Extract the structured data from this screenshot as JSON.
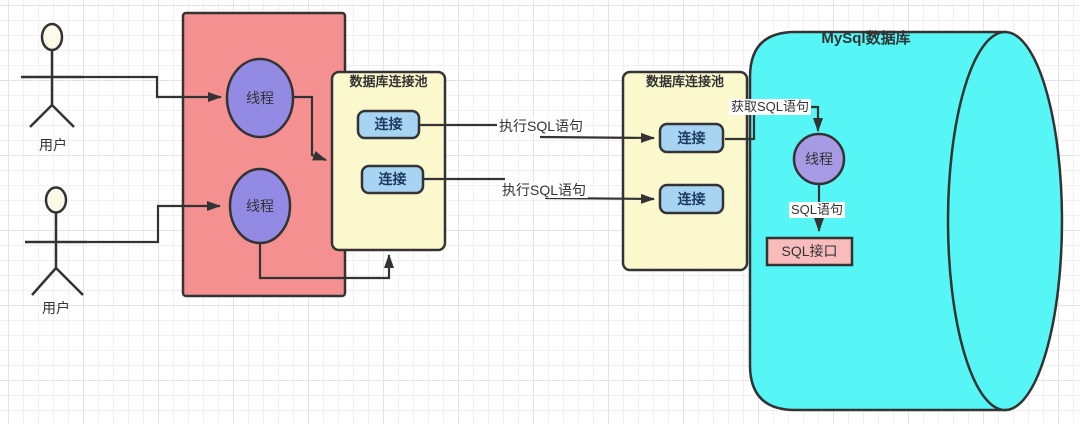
{
  "colors": {
    "stroke": "#333333",
    "red_box": "#f59090",
    "yellow_pool": "#fbf8cd",
    "blue_button": "#a8d4f4",
    "purple_ellipse": "#938ae4",
    "purple_circle": "#a89be6",
    "cyan_db": "#57f6f6",
    "pink_box": "#f8bcbc",
    "head_fill": "#fdfbe8",
    "button_text": "#1d3a5f",
    "label_text": "#333333"
  },
  "users": [
    {
      "label": "用户"
    },
    {
      "label": "用户"
    }
  ],
  "threads": [
    {
      "label": "线程"
    },
    {
      "label": "线程"
    }
  ],
  "client_pool": {
    "title": "数据库连接池",
    "connections": [
      "连接",
      "连接"
    ]
  },
  "server_pool": {
    "title": "数据库连接池",
    "connections": [
      "连接",
      "连接"
    ]
  },
  "edge_labels": {
    "execute_sql_top": "执行SQL语句",
    "execute_sql_bottom": "执行SQL语句",
    "fetch_sql": "获取SQL语句",
    "sql_statement": "SQL语句"
  },
  "database": {
    "title": "MySql数据库",
    "thread_label": "线程",
    "sql_interface": "SQL接口"
  }
}
